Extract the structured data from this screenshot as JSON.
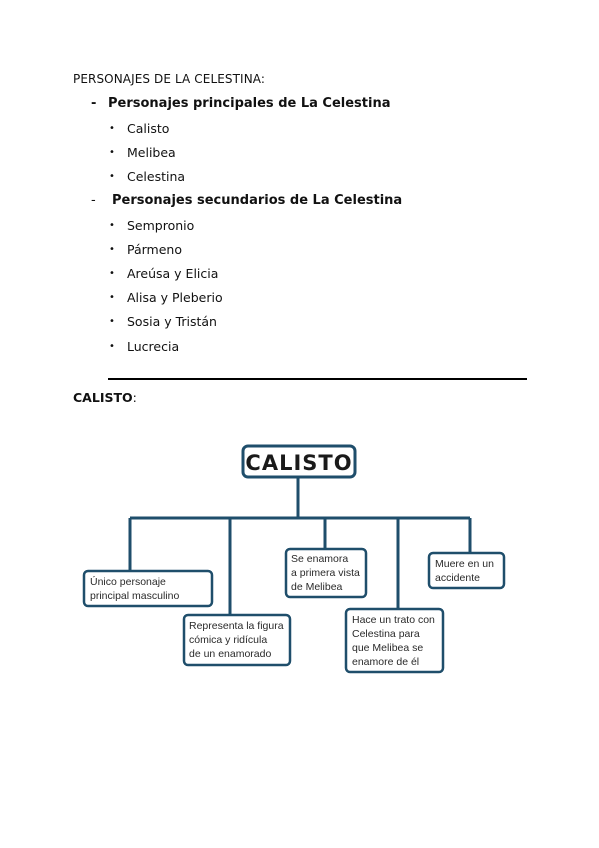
{
  "heading": "PERSONAJES DE LA CELESTINA:",
  "sections": [
    {
      "marker": "-",
      "title": "Personajes principales de La Celestina",
      "items": [
        "Calisto",
        "Melibea",
        "Celestina"
      ]
    },
    {
      "marker": "-",
      "title": "Personajes secundarios de La Celestina",
      "items": [
        "Sempronio",
        "Pármeno",
        "Areúsa y Elicia",
        "Alisa y Pleberio",
        "Sosia y Tristán",
        "Lucrecia"
      ]
    }
  ],
  "bullet_glyph": "•",
  "calisto_label": "CALISTO",
  "calisto_colon": ":",
  "diagram": {
    "title": "CALISTO",
    "box_color": "#1f4e6b",
    "boxes": [
      [
        "Único personaje",
        "principal masculino"
      ],
      [
        "Representa la figura",
        "cómica y ridícula",
        "de un enamorado"
      ],
      [
        "Se enamora",
        "a primera vista",
        "de Melibea"
      ],
      [
        "Hace un trato con",
        "Celestina para",
        "que Melibea se",
        "enamore de él"
      ],
      [
        "Muere en un",
        "accidente"
      ]
    ]
  }
}
